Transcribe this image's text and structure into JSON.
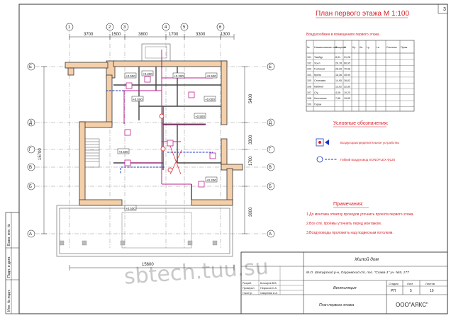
{
  "sheet_number": "3",
  "plan_title": "План первого этажа М 1:100",
  "table_title": "Воздухообмен в помещениях первого этажа",
  "table_headers": [
    "№",
    "Наименование помещения",
    "S",
    "V",
    "Kр",
    "Kв",
    "Lр",
    "Lв",
    "Система",
    "Прим."
  ],
  "table_rows": [
    [
      "101",
      "Тамбур",
      "8,51",
      "21,28",
      "",
      "",
      "",
      "",
      "",
      ""
    ],
    [
      "102",
      "Холл",
      "26,78",
      "66,95",
      "",
      "",
      "",
      "",
      "",
      ""
    ],
    [
      "103",
      "Гостиная",
      "28,39",
      "70,98",
      "",
      "",
      "",
      "",
      "",
      ""
    ],
    [
      "104",
      "Кухня",
      "18,36",
      "45,90",
      "",
      "",
      "",
      "",
      "",
      ""
    ],
    [
      "105",
      "Столовая",
      "14,65",
      "36,63",
      "",
      "",
      "",
      "",
      "",
      ""
    ],
    [
      "106",
      "Кабинет",
      "13,02",
      "32,55",
      "",
      "",
      "",
      "",
      "",
      ""
    ],
    [
      "107",
      "С/у",
      "4,08",
      "10,20",
      "",
      "",
      "",
      "",
      "",
      ""
    ],
    [
      "108",
      "Котельная",
      "7,86",
      "19,65",
      "",
      "",
      "",
      "",
      "",
      ""
    ],
    [
      "109",
      "Гараж",
      "",
      "",
      "",
      "",
      "",
      "",
      "",
      ""
    ]
  ],
  "legend_title": "Условные обозначения:",
  "legend_items": [
    "Воздухораспределительное устройство",
    "Гибкий воздуховод SONOFLEX Ф125"
  ],
  "notes_title": "Примечания:",
  "notes": [
    "1.До монтажа отметку проходов уточнить проекта первого этажа.",
    "2.Все отв. проёмы уточнить перед монтажом.",
    "3.Воздуховоды проложить над подвесным потолком."
  ],
  "axes_top": [
    "1",
    "2",
    "3",
    "4",
    "5",
    "6"
  ],
  "axes_side": [
    "Е",
    "Д",
    "Г",
    "В",
    "Б",
    "А"
  ],
  "dims_top": [
    "3700",
    "1500",
    "3800",
    "1700",
    "3300",
    "1300"
  ],
  "dims_right": [
    "5400",
    "3300",
    "1700",
    "3000"
  ],
  "dim_left": "15700",
  "dim_bottom": "15600",
  "room_tags": [
    "+0.500",
    "+0.200",
    "+0.200",
    "+0.500",
    "+0.000",
    "+0.000",
    "+0.500",
    "+0.500",
    "+0.500",
    "+0.200"
  ],
  "stamp": {
    "doc_title": "Жилой дом",
    "address": "М.О. Шатурский р-н, Огуревский с/п, пос. \"Слава-1\" уч. №9, 177",
    "section": "Вентиляция",
    "sheet_name": "План первого этажа",
    "company": "ООО\"АЯКС\"",
    "stage_label": "Стадия",
    "sheet_label": "Лист",
    "sheets_label": "Листов",
    "stage": "РП",
    "sheet_no": "5",
    "sheets_total": "10",
    "roles": [
      "Разраб.",
      "Проверил",
      "Н.контр."
    ],
    "names": [
      "Бочкарев В.В.",
      "Некрасов С.А.",
      "Смирнова А.А."
    ]
  },
  "side_strip": [
    "Инв. № подл.",
    "Подп. и дата",
    "Взам. инв. №"
  ],
  "watermark": "sbtech.tuu.su",
  "colors": {
    "line": "#333333",
    "red": "#d8202a",
    "magenta": "#c0208f",
    "blue": "#2035c0",
    "wall": "#f4cfa9"
  }
}
